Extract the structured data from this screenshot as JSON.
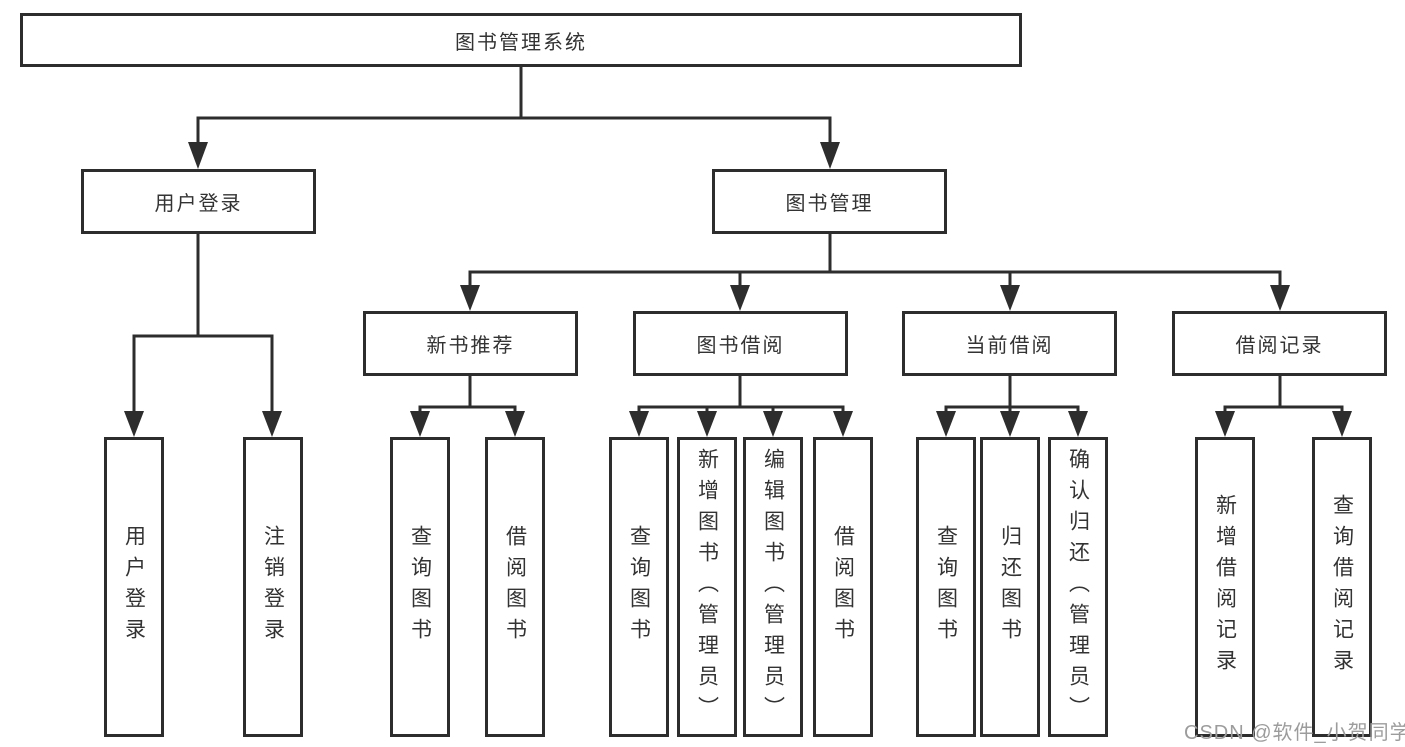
{
  "diagram": {
    "root": {
      "label": "图书管理系统"
    },
    "branches": [
      {
        "label": "用户登录",
        "children": [
          {
            "label": "用户登录"
          },
          {
            "label": "注销登录"
          }
        ]
      },
      {
        "label": "图书管理",
        "subbranches": [
          {
            "label": "新书推荐",
            "children": [
              {
                "label": "查询图书"
              },
              {
                "label": "借阅图书"
              }
            ]
          },
          {
            "label": "图书借阅",
            "children": [
              {
                "label": "查询图书"
              },
              {
                "label": "新增图书（管理员）"
              },
              {
                "label": "编辑图书（管理员）"
              },
              {
                "label": "借阅图书"
              }
            ]
          },
          {
            "label": "当前借阅",
            "children": [
              {
                "label": "查询图书"
              },
              {
                "label": "归还图书"
              },
              {
                "label": "确认归还（管理员）"
              }
            ]
          },
          {
            "label": "借阅记录",
            "children": [
              {
                "label": "新增借阅记录"
              },
              {
                "label": "查询借阅记录"
              }
            ]
          }
        ]
      }
    ]
  },
  "watermark": {
    "text": "CSDN @软件_小贺同学"
  },
  "colors": {
    "line": "#2d2d2d",
    "text": "#333333",
    "watermark": "#9c9c9c",
    "background": "#ffffff"
  }
}
